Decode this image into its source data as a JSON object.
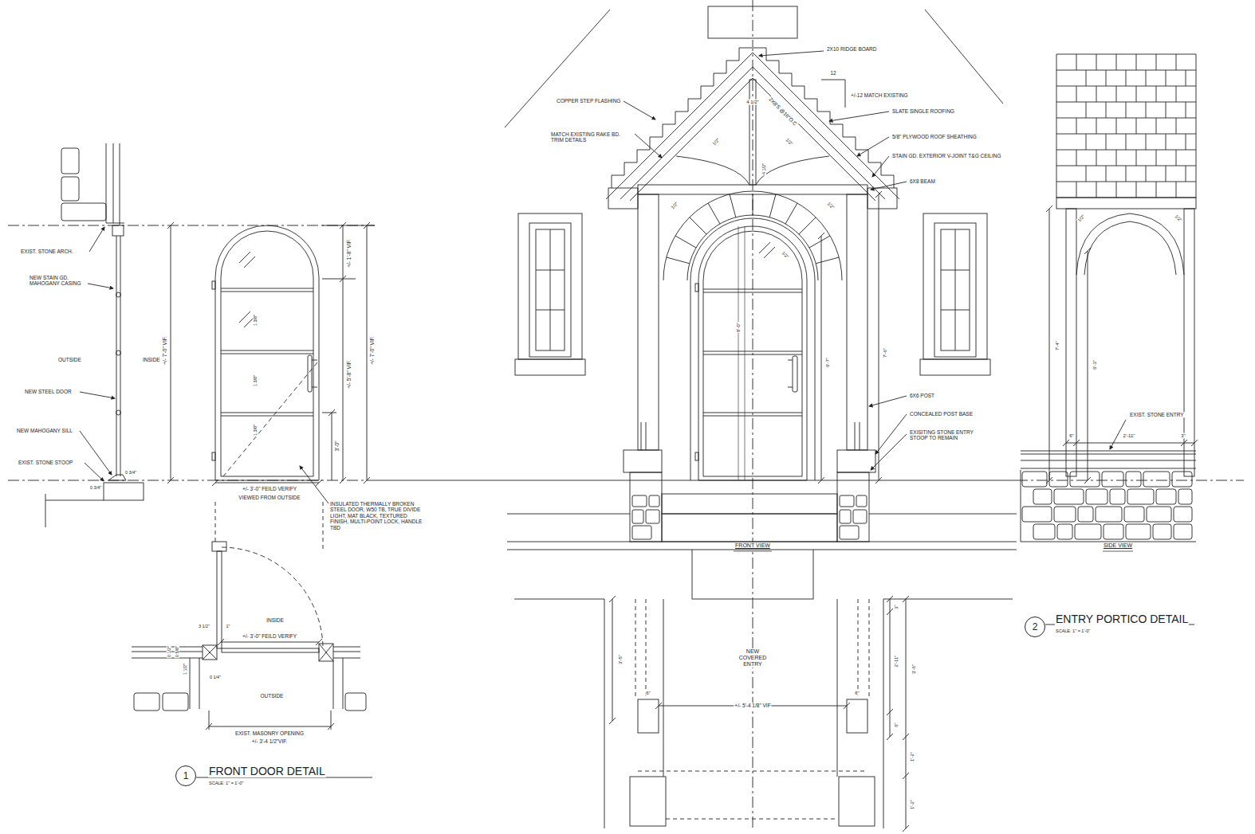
{
  "diagram": {
    "nodes": [
      {
        "text": [
          "1"
        ]
      },
      {
        "text": [
          "2"
        ]
      }
    ],
    "edges": [],
    "labels": [
      "EXIST. STONE ARCH.",
      "NEW STAIN GD. MAHOGANY CASING",
      "OUTSIDE",
      "INSIDE",
      "NEW STEEL DOOR",
      "NEW MAHOGANY SILL",
      "EXIST. STONE STOOP",
      "0 3/4\"",
      "0 3/4\"",
      "+/- 7'-0\" VIF.",
      "+/- 1'-8\" VIF.",
      "1 3/8\"",
      "1 3/8\"",
      "1 3/8\"",
      "+/- 5'-8\" VIF.",
      "3'-0\"",
      "+/- 7'-0\" VIF.",
      "+/- 3'-0\" FEILD VERIFY",
      "VIEWED FROM OUTSIDE",
      "INSULATED THERMALLY BROKEN STEEL DOOR, W50 TB, TRUE DIVIDE LIGHT, MAT BLACK, TEXTURED FINISH, MULTI-POINT LOCK, HANDLE TBD",
      "INSIDE",
      "3 1/2\"",
      "1\"",
      "+/- 3'-0\" FEILD VERIFY",
      "0 1/2\"",
      "0 5/8\"",
      "1 1/2\"",
      "0 1/4\"",
      "OUTSIDE",
      "EXIST. MASONRY OPENING",
      "+/- 3'-4 1/2\"VIF.",
      "FRONT DOOR DETAIL",
      "SCALE: 1\" = 1'-0\"",
      "2X10 RIDGE BOARD",
      "12",
      "+/-12 MATCH EXISTING",
      "COPPER STEP FLASHING",
      "MATCH EXISTING RAKE BD. TRIM DETAILS",
      "SLATE SINGLE ROOFING",
      "5/8\" PLYWOOD ROOF SHEATHING",
      "STAIN GD. EXTERIOR V-JOINT T&G CEILING",
      "6X8 BEAM",
      "2X8'S @16\"O.C",
      "4 1/2\"",
      "1/2\"",
      "1/2\"",
      "4 1/2\"",
      "1/2\"",
      "1/2\"",
      "1/2\"",
      "8'-0\"",
      "6'-7\"",
      "7'-6\"",
      "6X6 POST",
      "CONCEALED POST BASE",
      "EXISITING STONE ENTRY STOOP TO REMAIN",
      "FRONT VIEW",
      "NEW COVERED ENTRY",
      "3'-5\"",
      "+/- 5'-4 1/8\" VIF",
      "6\"",
      "6\"",
      "3\"",
      "2'-11\"",
      "3'-6\"",
      "6\"",
      "1'-2\"",
      "1'-2\"",
      "1/2\"",
      "1/2\"",
      "7'-4\"",
      "6'-3\"",
      "EXIST. STONE ENTRY",
      "6\"",
      "2'-11\"",
      "3\"",
      "SIDE VIEW",
      "ENTRY PORTICO DETAIL",
      "SCALE: 1\" = 1'-0\""
    ]
  }
}
